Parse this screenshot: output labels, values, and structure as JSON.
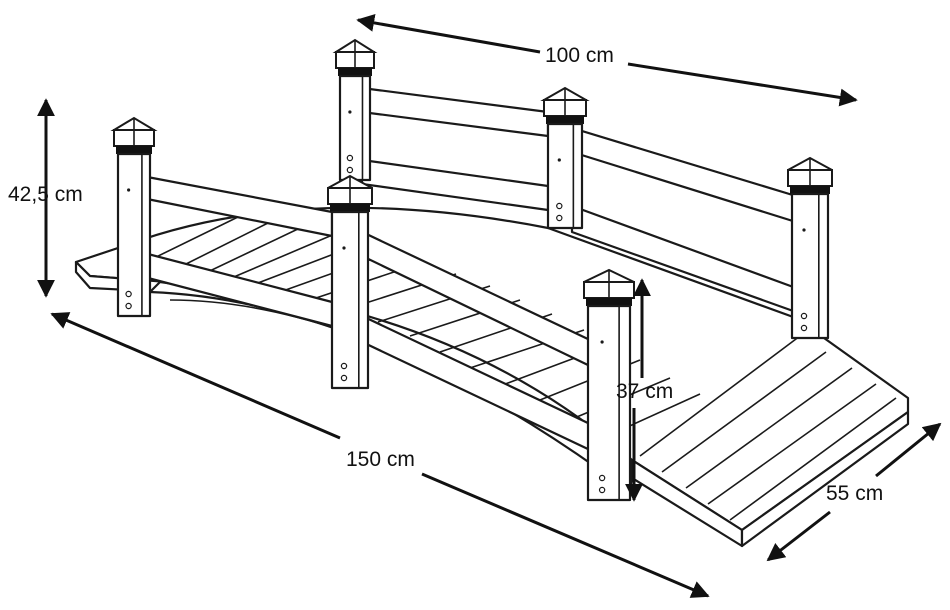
{
  "dimensions": {
    "length": "150 cm",
    "top_length": "100 cm",
    "height": "42,5 cm",
    "rail_height": "37 cm",
    "width": "55 cm"
  },
  "colors": {
    "line": "#1a1a1a",
    "background": "#ffffff"
  }
}
